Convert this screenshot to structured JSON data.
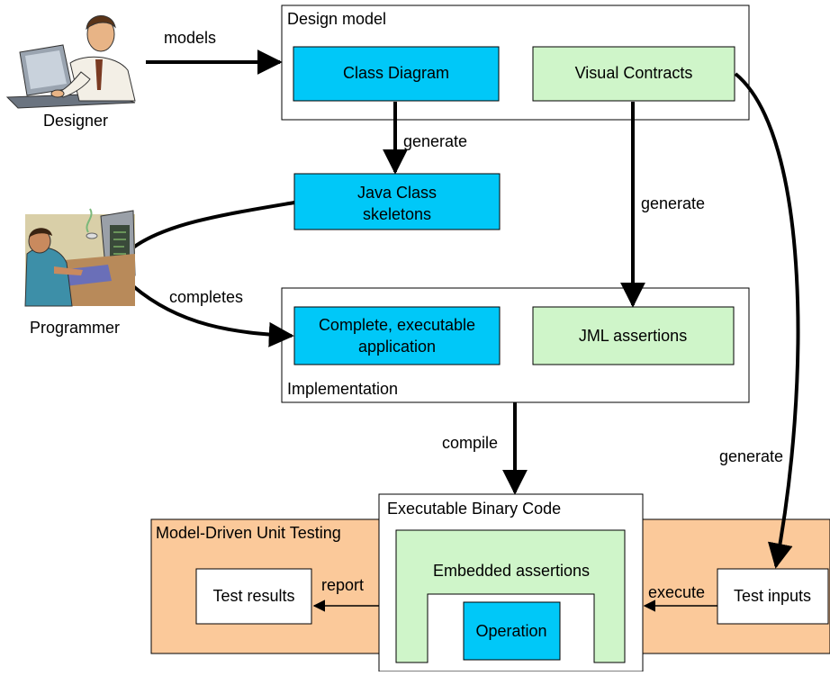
{
  "actors": {
    "designer": "Designer",
    "programmer": "Programmer"
  },
  "containers": {
    "design_model": "Design model",
    "implementation": "Implementation",
    "executable_binary_code": "Executable Binary Code",
    "mdut": "Model-Driven Unit Testing"
  },
  "boxes": {
    "class_diagram": "Class Diagram",
    "visual_contracts": "Visual Contracts",
    "java_skeletons_line1": "Java Class",
    "java_skeletons_line2": "skeletons",
    "complete_app_line1": "Complete, executable",
    "complete_app_line2": "application",
    "jml_assertions": "JML assertions",
    "embedded_assertions": "Embedded assertions",
    "operation": "Operation",
    "test_results": "Test results",
    "test_inputs": "Test inputs"
  },
  "edges": {
    "models": "models",
    "generate_skeletons": "generate",
    "generate_jml": "generate",
    "completes": "completes",
    "compile": "compile",
    "generate_inputs": "generate",
    "report": "report",
    "execute": "execute"
  },
  "colors": {
    "blue_box": "#00c8f8",
    "green_box": "#cff5c9",
    "orange_region": "#fbc99a"
  },
  "icons": [
    "designer-icon",
    "programmer-icon"
  ]
}
